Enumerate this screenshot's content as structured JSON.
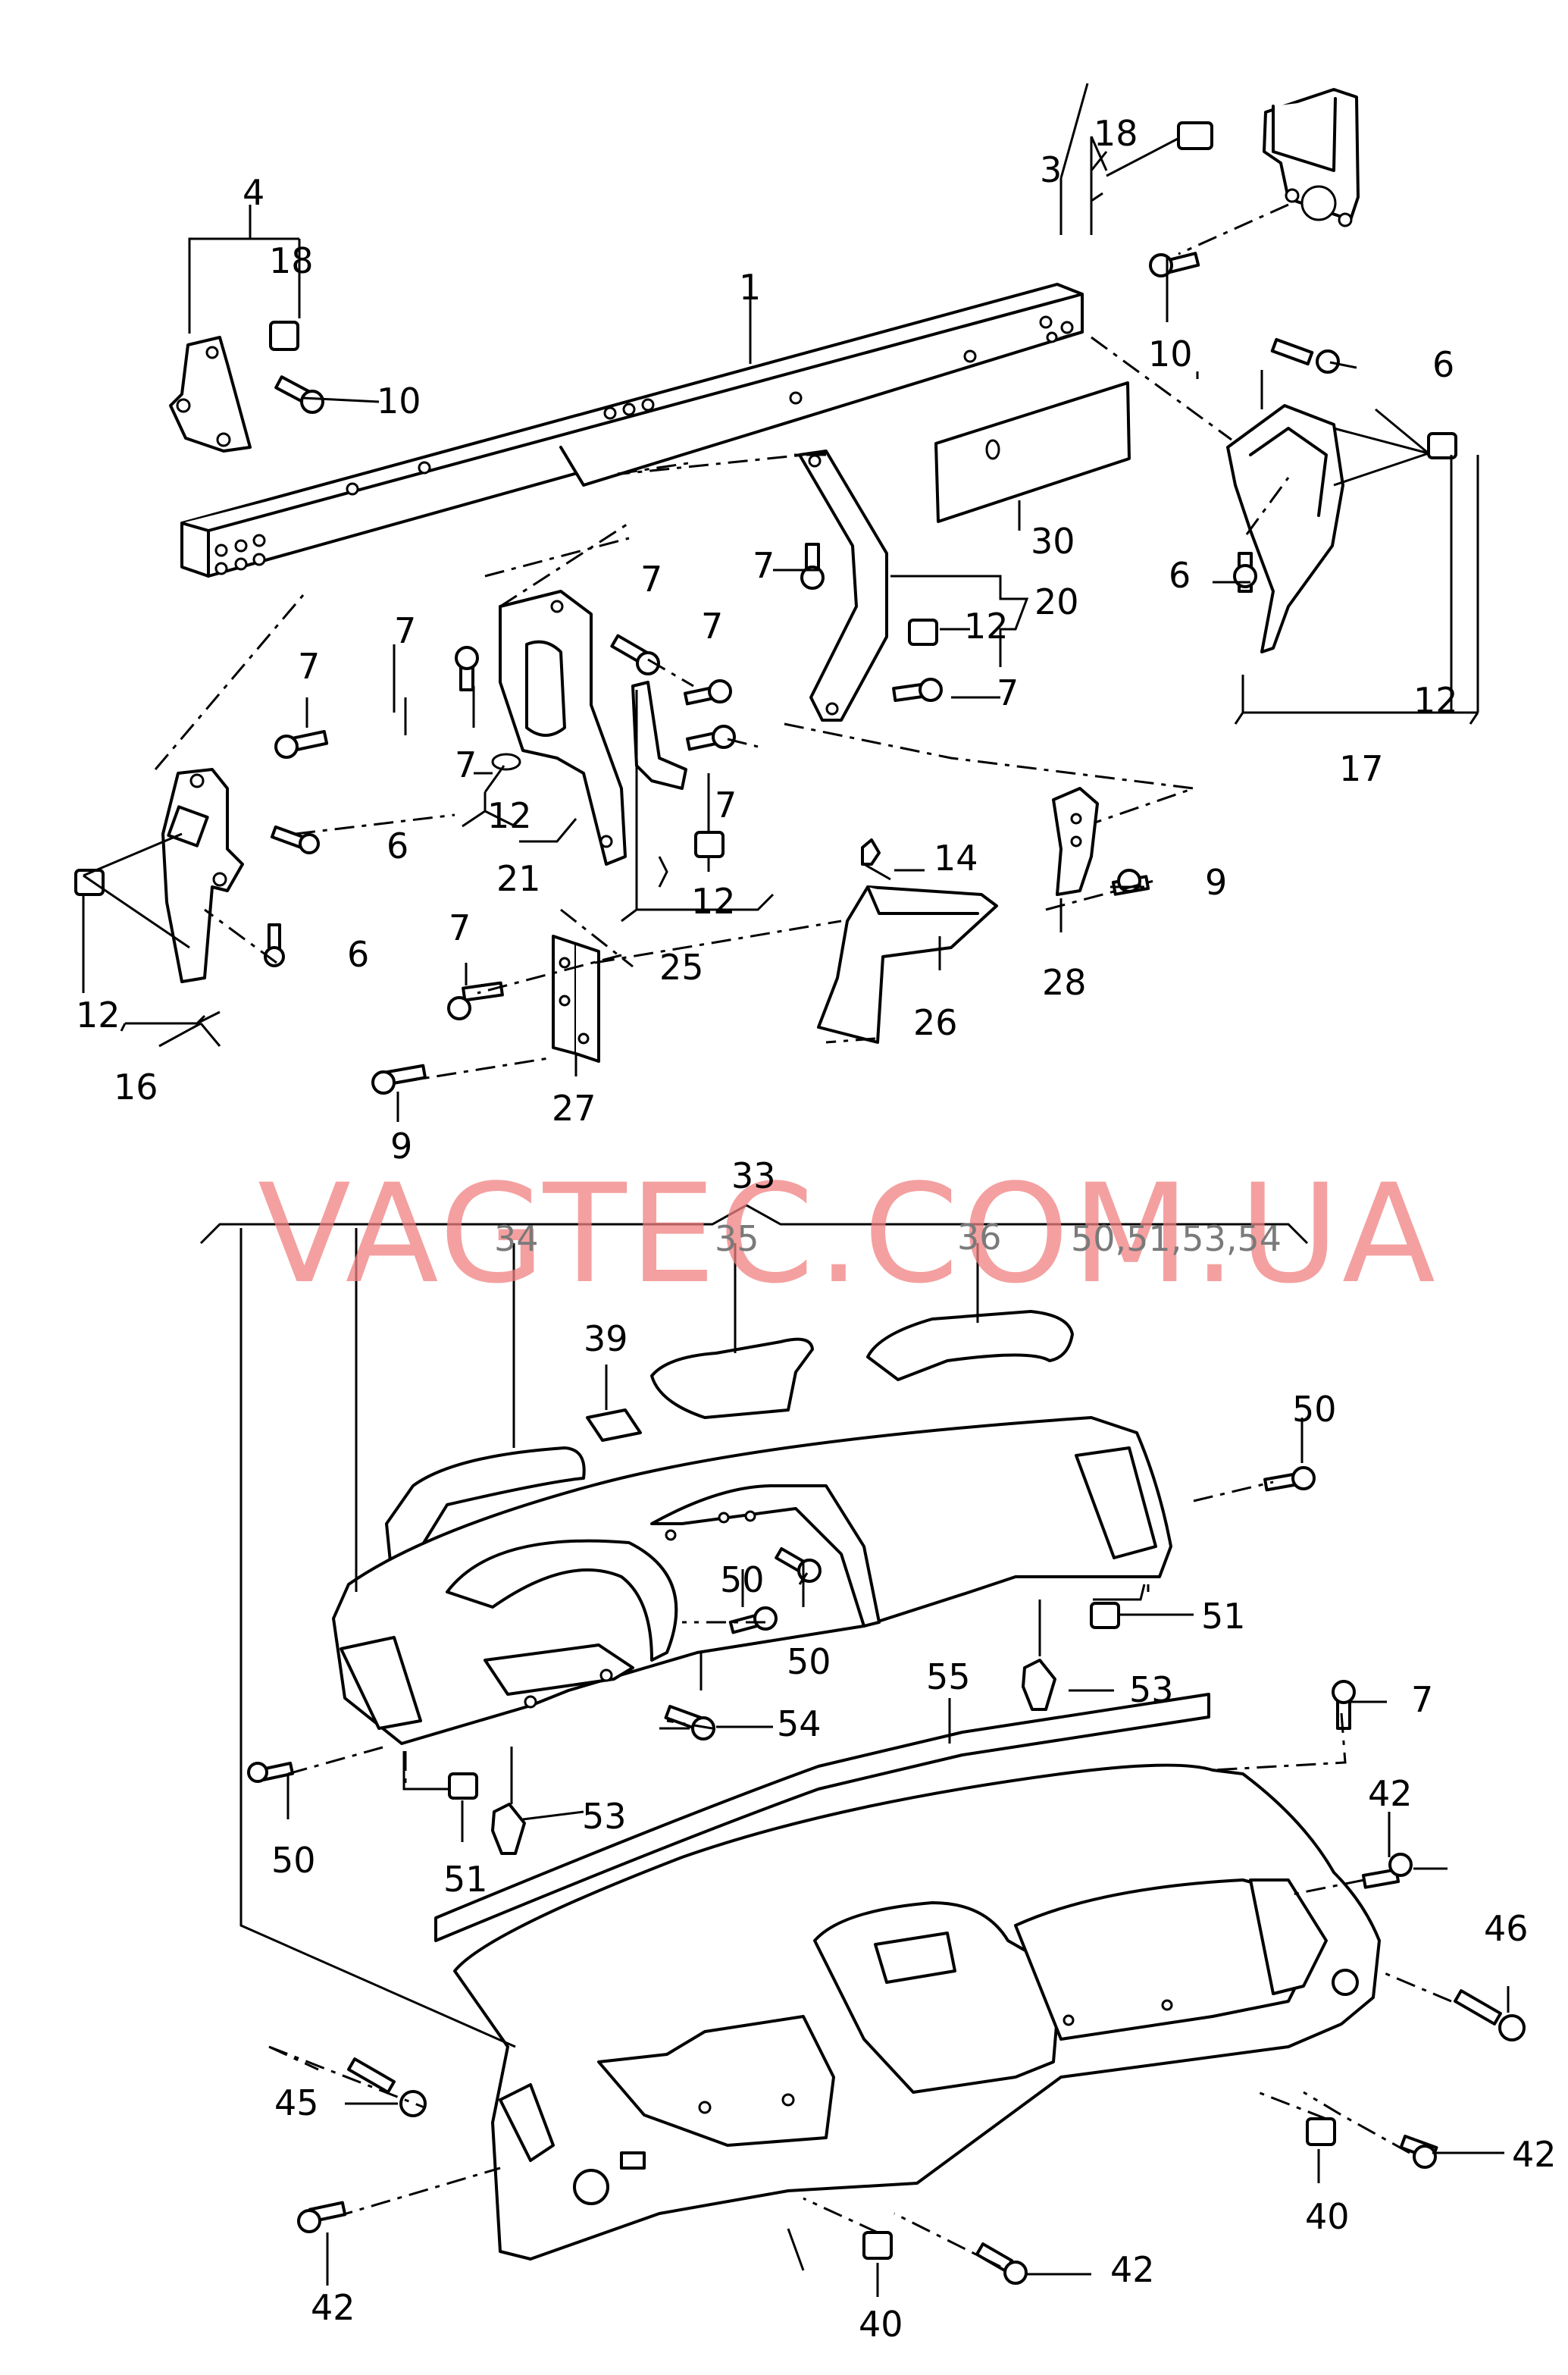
{
  "watermark": "VAGTEC.COM.UA",
  "callouts": {
    "c1": "1",
    "c3": "3",
    "c4": "4",
    "c6a": "6",
    "c6b": "6",
    "c6c": "6",
    "c6d": "6",
    "c7a": "7",
    "c7b": "7",
    "c7c": "7",
    "c7d": "7",
    "c7e": "7",
    "c7f": "7",
    "c7g": "7",
    "c7h": "7",
    "c7i": "7",
    "c7j": "7",
    "c9a": "9",
    "c9b": "9",
    "c10a": "10",
    "c10b": "10",
    "c12a": "12",
    "c12b": "12",
    "c12c": "12",
    "c12d": "12",
    "c12e": "12",
    "c14": "14",
    "c16": "16",
    "c17": "17",
    "c18a": "18",
    "c18b": "18",
    "c20": "20",
    "c21": "21",
    "c25": "25",
    "c26": "26",
    "c27": "27",
    "c28": "28",
    "c30": "30",
    "c33": "33",
    "c34": "34",
    "c35": "35",
    "c36": "36",
    "c39": "39",
    "c40a": "40",
    "c40b": "40",
    "c42a": "42",
    "c42b": "42",
    "c42c": "42",
    "c42d": "42",
    "c45": "45",
    "c46": "46",
    "c50a": "50",
    "c50b": "50",
    "c50c": "50",
    "c50d": "50",
    "c50list": "50,51,53,54",
    "c51a": "51",
    "c51b": "51",
    "c53a": "53",
    "c53b": "53",
    "c54": "54",
    "c55": "55"
  }
}
